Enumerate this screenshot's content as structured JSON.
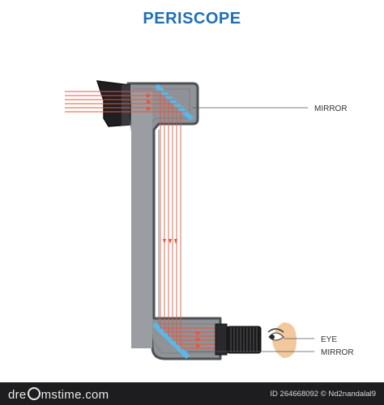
{
  "title": "PERISCOPE",
  "labels": {
    "mirror_top": "MIRROR",
    "eye": "EYE",
    "mirror_bottom": "MIRROR"
  },
  "footer": {
    "brand_left": "dre",
    "brand_right": "mstime.com",
    "credit": "ID 264668092 © Nd2nandalal9"
  },
  "colors": {
    "title": "#1f6fb8",
    "tube_body": "#8f9296",
    "tube_outline": "#4d5056",
    "mirror": "#5ab8e8",
    "light_rays": "#e8553a",
    "footer_bg": "#1d1d1f"
  },
  "icons": [
    "eye-icon",
    "logo-circle-icon"
  ]
}
